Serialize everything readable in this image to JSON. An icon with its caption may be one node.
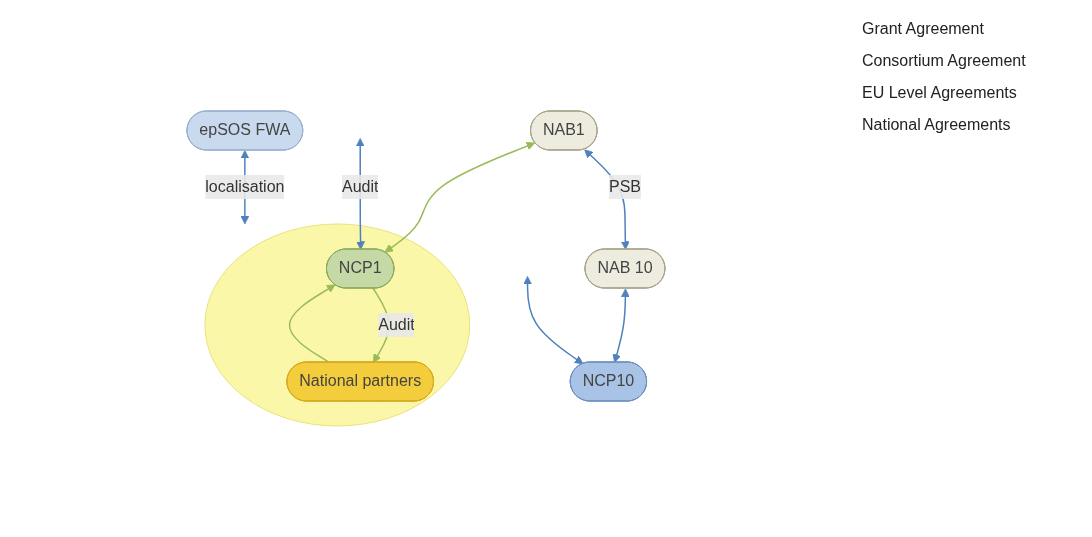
{
  "diagram": {
    "nodes": [
      {
        "text": [
          "NAB1"
        ]
      },
      {
        "text": [
          "NAB 10"
        ]
      },
      {
        "text": [
          "epSOS FWA"
        ]
      },
      {
        "text": [],
        "shape": "ellipse"
      },
      {
        "text": [
          "NCP1"
        ],
        "in": 3
      },
      {
        "text": [
          "NCP10"
        ]
      },
      {
        "text": [
          "National partners"
        ],
        "in": 3
      }
    ],
    "edges": [
      {
        "from": 0,
        "to": 1,
        "arrow": "both",
        "label": "PSB"
      },
      {
        "from": null,
        "to": 4,
        "arrow": "both",
        "label": "Audit"
      },
      {
        "from": null,
        "to": 5,
        "arrow": "both"
      },
      {
        "from": 0,
        "to": 4,
        "arrow": "both",
        "color": "#9bbb59"
      },
      {
        "from": 1,
        "to": 5,
        "arrow": "both"
      },
      {
        "from": 2,
        "to": 3,
        "arrow": "both",
        "label": "localisation"
      },
      {
        "from": 4,
        "to": 6,
        "arrow": "to",
        "label": "Audit",
        "color": "#9bbb59"
      },
      {
        "from": 6,
        "to": 4,
        "arrow": "to",
        "color": "#9bbb59"
      }
    ],
    "labels": [
      "Grant Agreement",
      "Consortium Agreement",
      "EU Level Agreements",
      "National Agreements"
    ]
  }
}
